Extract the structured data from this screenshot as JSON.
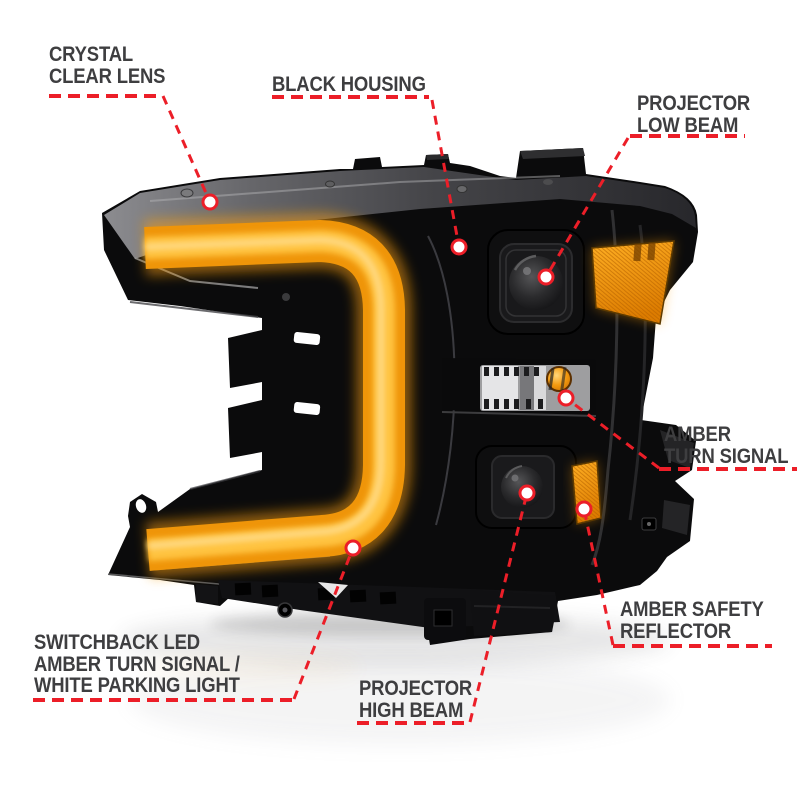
{
  "title": "Headlight features callout diagram",
  "colors": {
    "accent_red": "#ec1e28",
    "label_text": "#3e3e40",
    "background": "#ffffff",
    "amber_primary": "#f59b10",
    "amber_bright": "#ffc341",
    "housing_black": "#0b0b0c"
  },
  "product": {
    "kind": "truck-headlight-assembly",
    "features_marked": 7
  },
  "callouts": {
    "crystal_clear_lens": {
      "lines": [
        "CRYSTAL",
        "CLEAR LENS"
      ]
    },
    "black_housing": {
      "lines": [
        "BLACK HOUSING"
      ]
    },
    "projector_low_beam": {
      "lines": [
        "PROJECTOR",
        "LOW BEAM"
      ]
    },
    "amber_turn_signal": {
      "lines": [
        "AMBER",
        "TURN SIGNAL"
      ]
    },
    "amber_safety_reflector": {
      "lines": [
        "AMBER SAFETY",
        "REFLECTOR"
      ]
    },
    "projector_high_beam": {
      "lines": [
        "PROJECTOR",
        "HIGH BEAM"
      ]
    },
    "switchback_led": {
      "lines": [
        "SWITCHBACK LED",
        "AMBER TURN SIGNAL /",
        "WHITE PARKING LIGHT"
      ]
    }
  }
}
